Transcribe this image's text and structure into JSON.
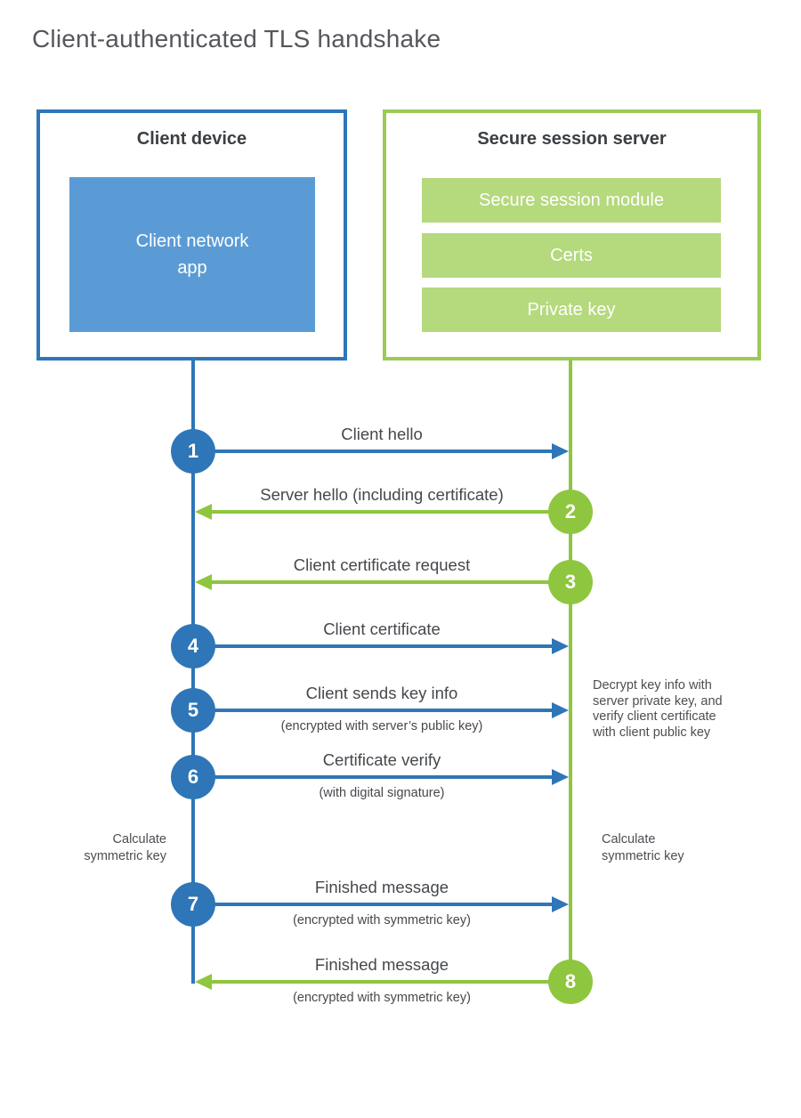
{
  "title": "Client-authenticated TLS handshake",
  "client": {
    "title": "Client device",
    "app_label": "Client network\napp"
  },
  "server": {
    "title": "Secure session server",
    "components": [
      "Secure session module",
      "Certs",
      "Private key"
    ]
  },
  "messages": [
    {
      "num": "1",
      "from": "client",
      "to": "server",
      "label": "Client hello"
    },
    {
      "num": "2",
      "from": "server",
      "to": "client",
      "label": "Server hello (including certificate)"
    },
    {
      "num": "3",
      "from": "server",
      "to": "client",
      "label": "Client certificate request"
    },
    {
      "num": "4",
      "from": "client",
      "to": "server",
      "label": "Client certificate"
    },
    {
      "num": "5",
      "from": "client",
      "to": "server",
      "label": "Client sends key info",
      "sub": "(encrypted with server’s public key)"
    },
    {
      "num": "6",
      "from": "client",
      "to": "server",
      "label": "Certificate verify",
      "sub": "(with digital signature)"
    },
    {
      "num": "7",
      "from": "client",
      "to": "server",
      "label": "Finished message",
      "sub": "(encrypted with symmetric key)"
    },
    {
      "num": "8",
      "from": "server",
      "to": "client",
      "label": "Finished message",
      "sub": "(encrypted with symmetric key)"
    }
  ],
  "notes": {
    "decrypt": "Decrypt key info with\nserver private key, and\nverify client certificate\nwith client public key",
    "calc_left": "Calculate\nsymmetric key",
    "calc_right": "Calculate\nsymmetric key"
  },
  "colors": {
    "blue": "#2e76b7",
    "blue_fill": "#5b9bd5",
    "green": "#8ec63f",
    "green_border": "#9cca55",
    "green_fill": "#b5d97d"
  }
}
